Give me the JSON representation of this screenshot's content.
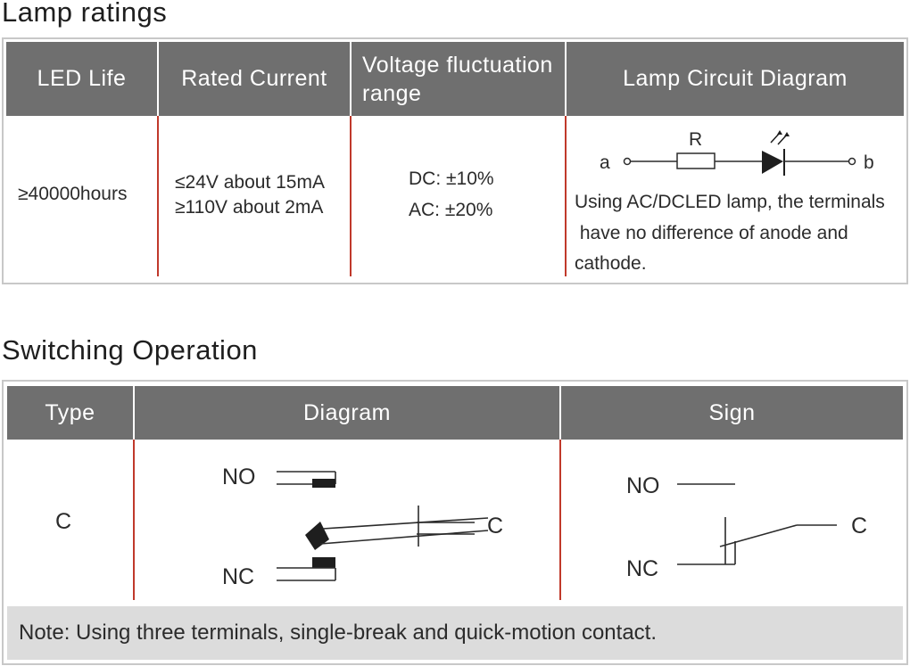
{
  "lamp_ratings": {
    "title": "Lamp ratings",
    "headers": {
      "led_life": "LED Life",
      "rated_current": "Rated Current",
      "voltage_line1": "Voltage fluctuation",
      "voltage_line2": "range",
      "circuit": "Lamp Circuit Diagram"
    },
    "values": {
      "led_life": "≥40000hours",
      "current_line1": "≤24V about 15mA",
      "current_line2": "≥110V about 2mA",
      "voltage_dc": "DC: ±10%",
      "voltage_ac": "AC: ±20%"
    },
    "circuit": {
      "terminal_a": "a",
      "terminal_b": "b",
      "resistor": "R",
      "desc_line1": "Using AC/DCLED lamp, the terminals",
      "desc_line2": " have no difference of anode and",
      "desc_line3": "cathode."
    }
  },
  "switching": {
    "title": "Switching Operation",
    "headers": {
      "type": "Type",
      "diagram": "Diagram",
      "sign": "Sign"
    },
    "type_value": "C",
    "diagram": {
      "no": "NO",
      "nc": "NC",
      "c": "C"
    },
    "sign": {
      "no": "NO",
      "nc": "NC",
      "c": "C"
    },
    "note": "Note: Using three terminals, single-break and quick-motion contact."
  },
  "colors": {
    "header_bg": "#6f6f6f",
    "separator_red": "#c0392b",
    "frame_border": "#c8c8c8",
    "note_bg": "#dcdcdc"
  }
}
